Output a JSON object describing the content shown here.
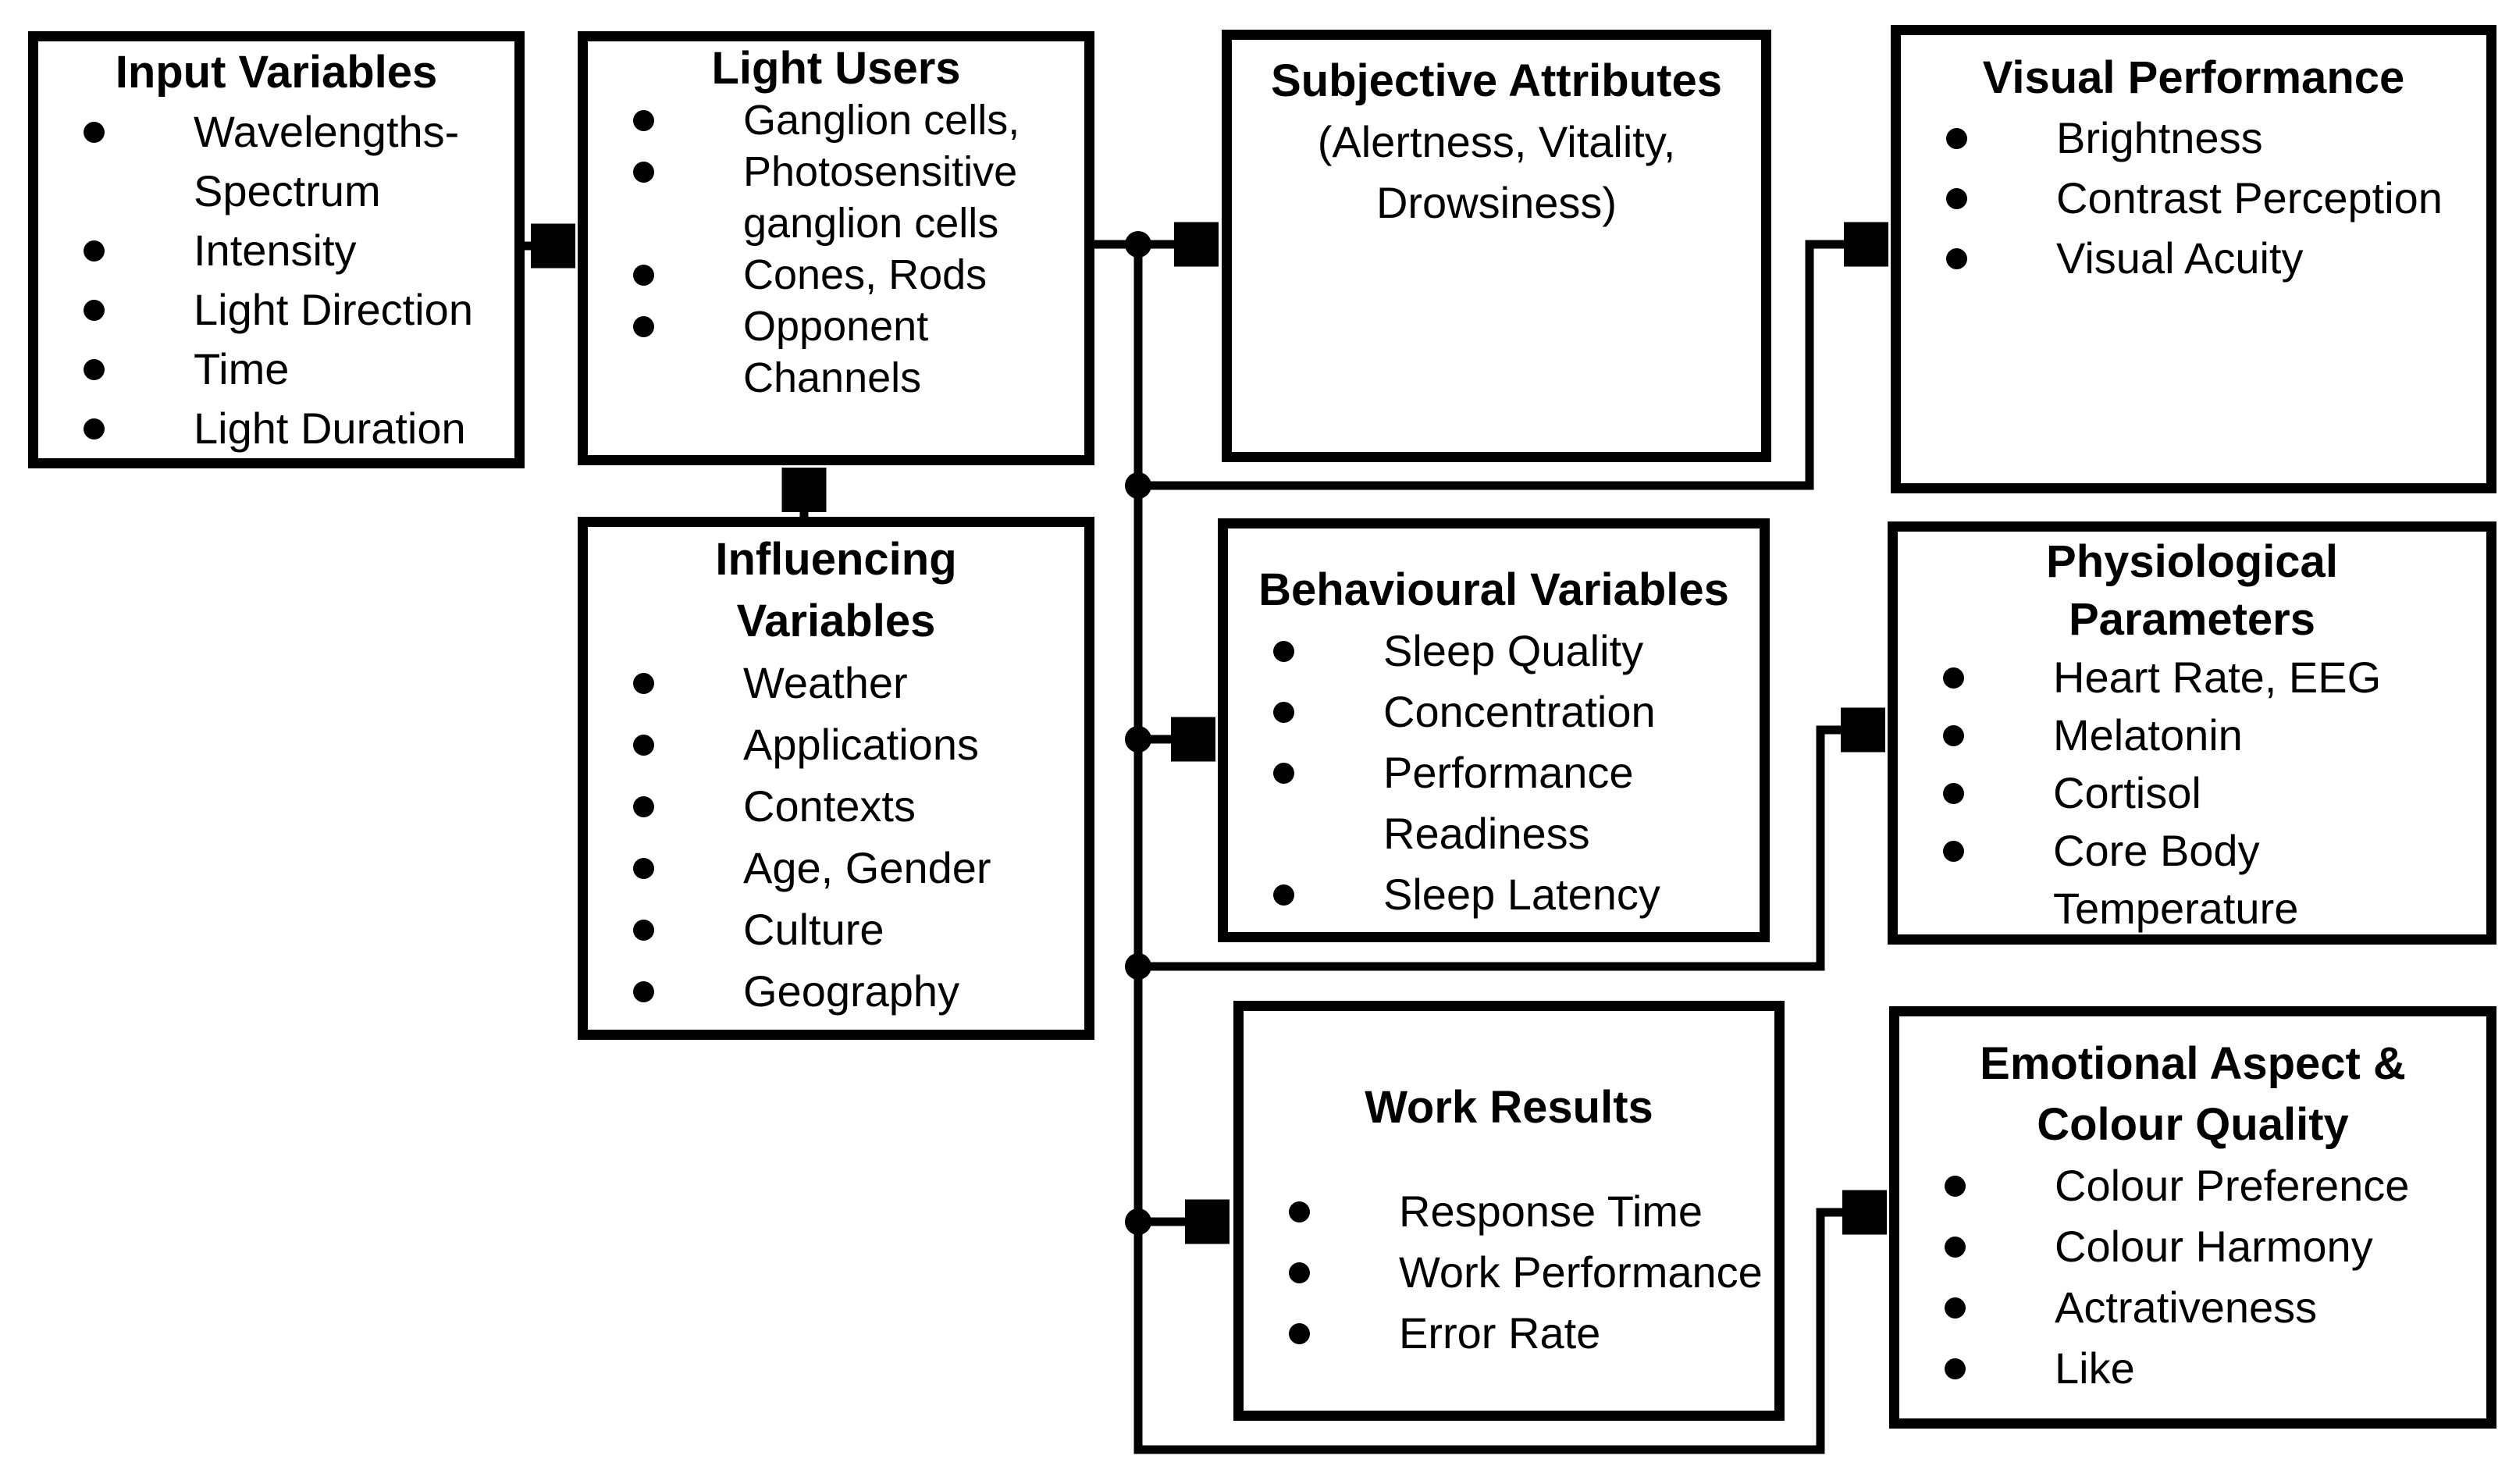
{
  "colors": {
    "background": "#ffffff",
    "stroke": "#000000",
    "text": "#000000"
  },
  "boxes": {
    "input_variables": {
      "title": "Input Variables",
      "items": [
        "Wavelengths-Spectrum",
        "Intensity",
        "Light Direction",
        "Time",
        "Light Duration"
      ]
    },
    "light_users": {
      "title": "Light Users",
      "items": [
        "Ganglion cells,",
        "Photosensitive ganglion cells",
        "Cones, Rods",
        "Opponent Channels"
      ]
    },
    "influencing_variables": {
      "title": "Influencing Variables",
      "items": [
        "Weather",
        "Applications",
        "Contexts",
        "Age, Gender",
        "Culture",
        "Geography"
      ]
    },
    "subjective_attributes": {
      "title": "Subjective Attributes",
      "subtitle": "(Alertness, Vitality, Drowsiness)",
      "items": []
    },
    "visual_performance": {
      "title": "Visual Performance",
      "items": [
        "Brightness",
        "Contrast Perception",
        "Visual Acuity"
      ]
    },
    "behavioural_variables": {
      "title": "Behavioural Variables",
      "items": [
        "Sleep Quality",
        "Concentration",
        "Performance Readiness",
        "Sleep Latency"
      ]
    },
    "physiological_parameters": {
      "title": "Physiological Parameters",
      "items": [
        "Heart Rate, EEG",
        "Melatonin",
        "Cortisol",
        "Core Body Temperature"
      ]
    },
    "work_results": {
      "title": "Work Results",
      "items": [
        "Response Time",
        "Work Performance",
        "Error Rate"
      ]
    },
    "emotional_aspect_colour_quality": {
      "title": "Emotional Aspect & Colour Quality",
      "items": [
        "Colour Preference",
        "Colour Harmony",
        "Actrativeness",
        "Like"
      ]
    }
  },
  "connections": [
    {
      "from": "Input Variables",
      "to": "Light Users"
    },
    {
      "from": "Influencing Variables",
      "to": "Light Users"
    },
    {
      "from": "Light Users",
      "to": "Subjective Attributes"
    },
    {
      "from": "Light Users",
      "to": "Visual Performance"
    },
    {
      "from": "Light Users",
      "to": "Behavioural Variables"
    },
    {
      "from": "Light Users",
      "to": "Physiological Parameters"
    },
    {
      "from": "Light Users",
      "to": "Work Results"
    },
    {
      "from": "Light Users",
      "to": "Emotional Aspect & Colour Quality"
    }
  ]
}
